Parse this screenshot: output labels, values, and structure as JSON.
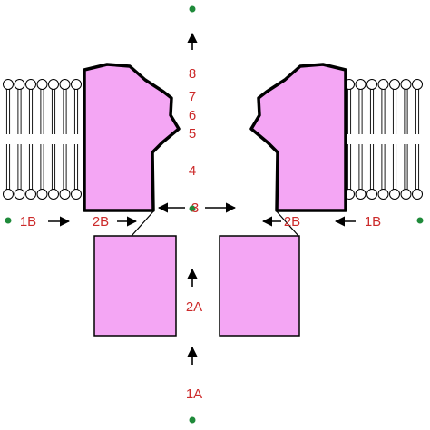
{
  "colors": {
    "protein_fill": "#f4a6f4",
    "label_red": "#cc2a2a",
    "dot_green": "#1f8a3a",
    "outline": "#000000"
  },
  "labels": {
    "n1A": "1A",
    "n1B_left": "1B",
    "n1B_right": "1B",
    "n2A": "2A",
    "n2B_left": "2B",
    "n2B_right": "2B",
    "n3": "3",
    "n4": "4",
    "n5": "5",
    "n6": "6",
    "n7": "7",
    "n8": "8"
  },
  "icons": {
    "dot": "green-dot-icon",
    "arrow": "black-arrow-icon",
    "lipid": "phospholipid-icon"
  }
}
